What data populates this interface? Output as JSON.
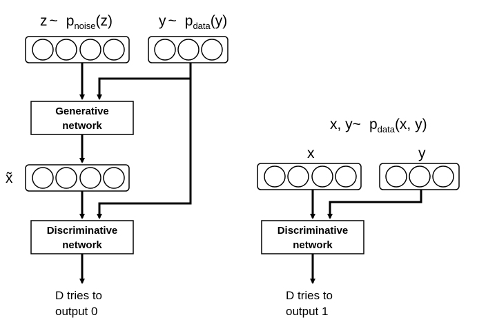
{
  "left_panel": {
    "noise_label": {
      "var": "z",
      "tilde": "~",
      "p": "p",
      "sub": "noise",
      "arg": "(z)"
    },
    "data_label": {
      "var": "y",
      "tilde": "~",
      "p": "p",
      "sub": "data",
      "arg": "(y)"
    },
    "generator": {
      "line1": "Generative",
      "line2": "network"
    },
    "fake_sample_label": "x̃",
    "discriminator": {
      "line1": "Discriminative",
      "line2": "network"
    },
    "output": {
      "line1": "D tries to",
      "line2": "output 0"
    }
  },
  "right_panel": {
    "joint_label": {
      "vars": "x, y",
      "tilde": "~",
      "p": "p",
      "sub": "data",
      "arg": "(x, y)"
    },
    "x_label": "x",
    "y_label": "y",
    "discriminator": {
      "line1": "Discriminative",
      "line2": "network"
    },
    "output": {
      "line1": "D tries to",
      "line2": "output 1"
    }
  }
}
